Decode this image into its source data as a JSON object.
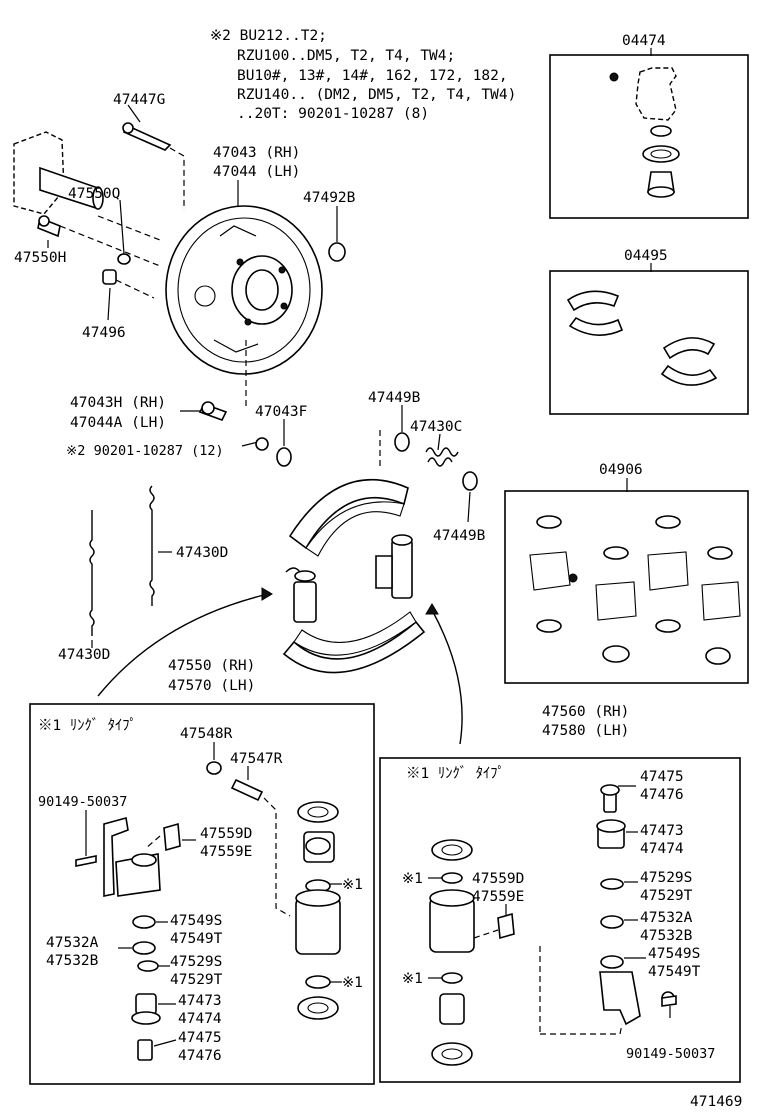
{
  "note_block": {
    "line1": "※2 BU212..T2;",
    "line2": "RZU100..DM5, T2, T4, TW4;",
    "line3": "BU10#, 13#, 14#, 162, 172, 182,",
    "line4": "RZU140.. (DM2, DM5, T2, T4, TW4)",
    "line5": "..20T: 90201-10287 (8)"
  },
  "labels": {
    "p47447G": "47447G",
    "p47043_rh": "47043 (RH)",
    "p47044_lh": "47044 (LH)",
    "p47550Q": "47550Q",
    "p47492B": "47492B",
    "p47550H": "47550H",
    "p47496": "47496",
    "p47043H": "47043H (RH)",
    "p47044A": "47044A (LH)",
    "p47043F": "47043F",
    "bolt_note": "※2 90201-10287 (12)",
    "p47449B_top": "47449B",
    "p47430C": "47430C",
    "p47449B_bot": "47449B",
    "p47430D_mid": "47430D",
    "p47430D_bot": "47430D",
    "p47550_rh": "47550 (RH)",
    "p47570_lh": "47570 (LH)",
    "p47560_rh": "47560 (RH)",
    "p47580_lh": "47580 (LH)"
  },
  "kits": {
    "k04474": "04474",
    "k04495": "04495",
    "k04906": "04906"
  },
  "left_box": {
    "ring_type": "※1 ﾘﾝｸﾞ ﾀｲﾌﾟ",
    "p47548R": "47548R",
    "p47547R": "47547R",
    "p90149": "90149-50037",
    "p47559D": "47559D",
    "p47559E": "47559E",
    "mark1a": "※1",
    "mark1b": "※1",
    "p47549S": "47549S",
    "p47549T": "47549T",
    "p47532A": "47532A",
    "p47532B": "47532B",
    "p47529S": "47529S",
    "p47529T": "47529T",
    "p47473": "47473",
    "p47474": "47474",
    "p47475": "47475",
    "p47476": "47476"
  },
  "right_box": {
    "ring_type": "※1 ﾘﾝｸﾞ ﾀｲﾌﾟ",
    "p47475": "47475",
    "p47476": "47476",
    "p47473": "47473",
    "p47474": "47474",
    "p47529S": "47529S",
    "p47529T": "47529T",
    "p47532A": "47532A",
    "p47532B": "47532B",
    "p47549S": "47549S",
    "p47549T": "47549T",
    "mark1a": "※1",
    "p47559D": "47559D",
    "p47559E": "47559E",
    "mark1b": "※1",
    "p90149": "90149-50037"
  },
  "figure_id": "471469"
}
